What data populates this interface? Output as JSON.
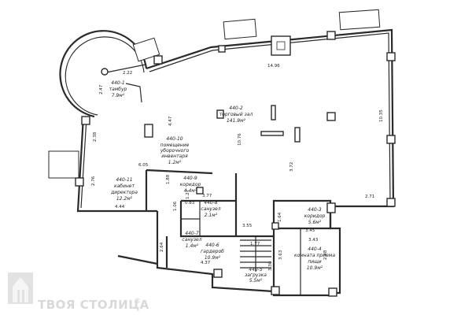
{
  "rooms": [
    {
      "id": "440-1",
      "name": "тамбур",
      "area": "7.9м²"
    },
    {
      "id": "440-2",
      "name": "торговый зал",
      "area": "141.9м²"
    },
    {
      "id": "440-3",
      "name": "коридор",
      "area": "5.6м²"
    },
    {
      "id": "440-4",
      "name": "комната приема",
      "name2": "пищи",
      "area": "10.9м²"
    },
    {
      "id": "440-5",
      "name": "загрузка",
      "area": "5.5м²"
    },
    {
      "id": "440-6",
      "name": "гардероб",
      "area": "10.9м²"
    },
    {
      "id": "440-7",
      "name": "санузел",
      "area": "1.4м²"
    },
    {
      "id": "440-8",
      "name": "санузел",
      "area": "2.1м²"
    },
    {
      "id": "440-9",
      "name": "коридор",
      "area": "4.4м²"
    },
    {
      "id": "440-10",
      "name": "помещение",
      "name2": "уборочного",
      "name3": "инвентаря",
      "area": "1.2м²"
    },
    {
      "id": "440-11",
      "name": "кабинет",
      "name2": "директора",
      "area": "12.2м²"
    }
  ],
  "dimensions": [
    "2.22",
    "2.47",
    "14.96",
    "10.35",
    "4.47",
    "10.76",
    "3.72",
    "2.71",
    "2.38",
    "2.76",
    "6.05",
    "4.44",
    "1.88",
    "3.77",
    "1.27",
    "0.83",
    "1.06",
    "1.64",
    "3.45",
    "3.43",
    "2.88",
    "3.55",
    "1.77",
    "3.63",
    "3.30",
    "2.64",
    "4.37"
  ],
  "watermark": {
    "brand": "ТВОЯ СТОЛИЦА",
    "mark": "®"
  }
}
